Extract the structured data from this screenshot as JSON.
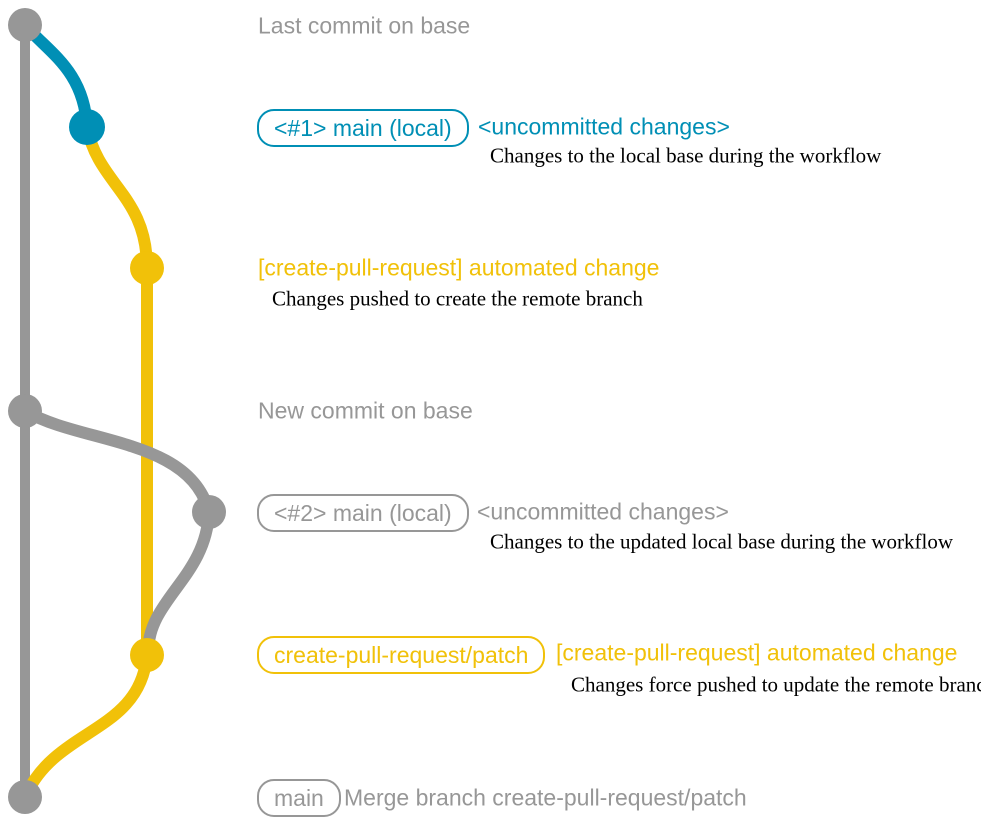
{
  "colors": {
    "gray": "#979797",
    "blue": "#008fb5",
    "yellow": "#f1c109",
    "detail_text": "#000000",
    "background": "#ffffff"
  },
  "diagram": {
    "type": "git-graph",
    "branches": [
      {
        "name": "base",
        "color": "gray"
      },
      {
        "name": "main (local)",
        "color": "blue"
      },
      {
        "name": "create-pull-request/patch",
        "color": "yellow"
      }
    ]
  },
  "rows": [
    {
      "id": "last-commit-on-base",
      "color": "gray",
      "caption": "Last commit on base"
    },
    {
      "id": "local-main-1",
      "color": "blue",
      "badge": "<#1> main (local)",
      "message": "<uncommitted changes>",
      "detail": "Changes to the local base during the workflow"
    },
    {
      "id": "remote-branch-created",
      "color": "yellow",
      "message": "[create-pull-request] automated change",
      "detail": "Changes pushed to create the remote branch"
    },
    {
      "id": "new-commit-on-base",
      "color": "gray",
      "caption": "New commit on base"
    },
    {
      "id": "local-main-2",
      "color": "gray",
      "badge": "<#2> main (local)",
      "message": "<uncommitted changes>",
      "detail": "Changes to the updated local base during the workflow"
    },
    {
      "id": "remote-branch-updated",
      "color": "yellow",
      "badge": "create-pull-request/patch",
      "message": "[create-pull-request] automated change",
      "detail": "Changes force pushed to update the remote branch"
    },
    {
      "id": "merge-commit",
      "color": "gray",
      "badge": "main",
      "message": "Merge branch create-pull-request/patch"
    }
  ]
}
